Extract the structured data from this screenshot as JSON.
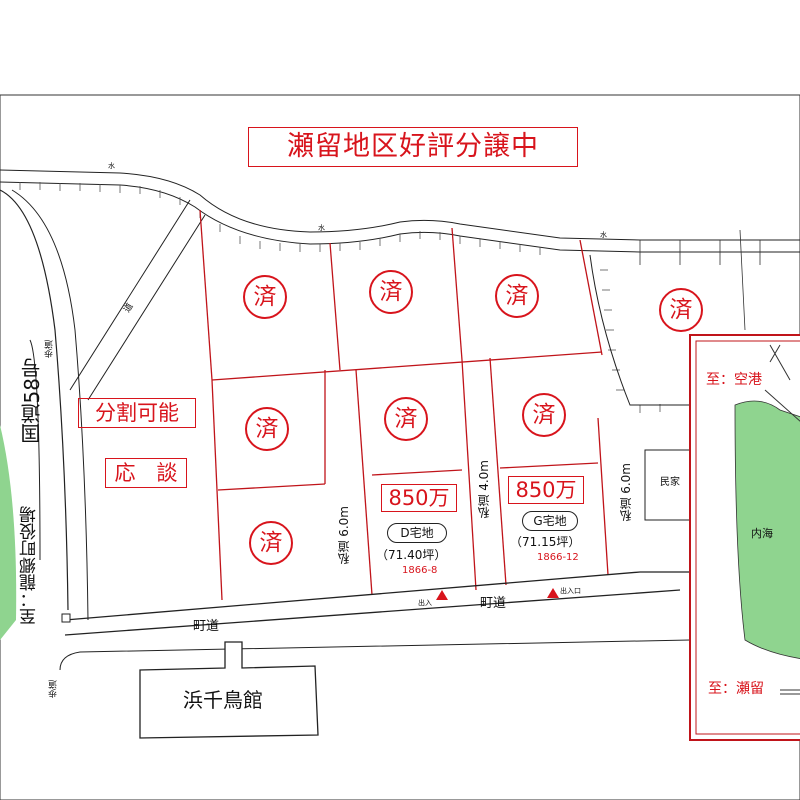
{
  "title": "瀬留地区好評分譲中",
  "lots": [
    {
      "label": "済"
    },
    {
      "label": "済"
    },
    {
      "label": "済"
    },
    {
      "label": "済"
    },
    {
      "label": "済"
    },
    {
      "label": "済"
    },
    {
      "label": "済"
    },
    {
      "label": "済"
    }
  ],
  "negotiable": {
    "line1": "分割可能",
    "line2": "応　談"
  },
  "lot_d": {
    "price": "850万",
    "name": "D宅地",
    "area": "（71.40坪）",
    "chiban": "1866-8"
  },
  "lot_g": {
    "price": "850万",
    "name": "G宅地",
    "area": "（71.15坪）",
    "chiban": "1866-12"
  },
  "roads": {
    "route58": "国道58号",
    "to_office": "至：龍郷町役場",
    "town_road": "町道",
    "private_6a": "私道 6.0m",
    "private_4": "私道 4.0m",
    "private_6b": "私道 6.0m",
    "sidewalk": "歩道",
    "water": "水",
    "path": "道"
  },
  "places": {
    "hamachidori": "浜千鳥館",
    "minka": "民家"
  },
  "entrances": {
    "left": "出入",
    "right": "出入口"
  },
  "inset": {
    "to_airport": "至：空港",
    "to_setome": "至：瀬留",
    "inner_sea": "内海"
  },
  "colors": {
    "accent": "#d8141c",
    "line": "#222222",
    "grass": "#8fd48f"
  }
}
